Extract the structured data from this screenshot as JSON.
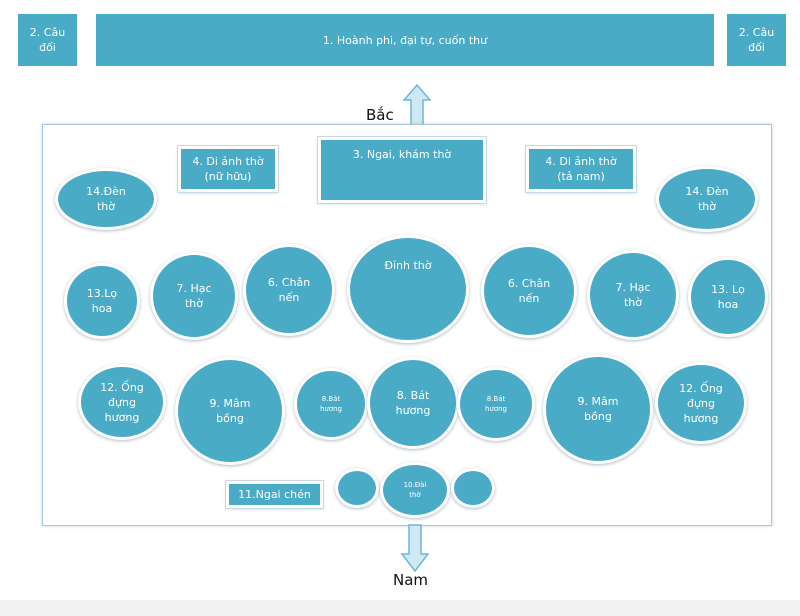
{
  "colors": {
    "shape_fill": "#4aabc7",
    "shape_border": "#ffffff",
    "arrow_fill": "#cfe9f4",
    "arrow_stroke": "#6fb7d3",
    "frame_border": "#a9c6d8"
  },
  "top_row": {
    "left_couplet": "2. Câu\nđối",
    "horizontal_board": "1. Hoành phi, đại tự, cuốn thư",
    "right_couplet": "2. Câu\nđối"
  },
  "directions": {
    "north": "Bắc",
    "south": "Nam"
  },
  "altar": {
    "portrait_left": "4. Di ảnh thờ\n(nữ hữu)",
    "center_throne": "3. Ngai, khám thờ",
    "portrait_right": "4. Di ảnh thờ\n(tả nam)",
    "lamp_left": "14.Đèn\nthờ",
    "lamp_right": "14. Đèn\nthờ",
    "vase_left": "13.Lọ\nhoa",
    "crane_left": "7. Hạc\nthờ",
    "candle_left": "6. Chân\nnến",
    "cauldron": "Đỉnh thờ",
    "candle_right": "6. Chân\nnến",
    "crane_right": "7. Hạc\nthờ",
    "vase_right": "13. Lọ\nhoa",
    "incense_holder_left": "12. Ống\nđựng\nhương",
    "fruit_tray_left": "9. Mâm\nbồng",
    "small_incense_bowl_left": "8.Bát\nhương",
    "main_incense_bowl": "8. Bát\nhương",
    "small_incense_bowl_right": "8.Bát\nhương",
    "fruit_tray_right": "9. Mâm\nbồng",
    "incense_holder_right": "12. Ống\nđựng\nhương",
    "cup_throne": "11.Ngai chén",
    "offering_plate": "10.Đài\nthờ"
  }
}
